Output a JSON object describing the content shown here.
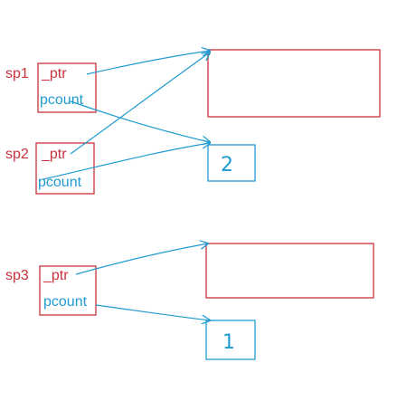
{
  "groups": [
    {
      "name": "sp1",
      "ptr_label": "_ptr",
      "count_label": "pcount"
    },
    {
      "name": "sp2",
      "ptr_label": "_ptr",
      "count_label": "pcount"
    },
    {
      "name": "sp3",
      "ptr_label": "_ptr",
      "count_label": "pcount"
    }
  ],
  "counts": {
    "shared": "2",
    "single": "1"
  },
  "colors": {
    "red": "#c8323c",
    "blue": "#1f9bd1"
  }
}
